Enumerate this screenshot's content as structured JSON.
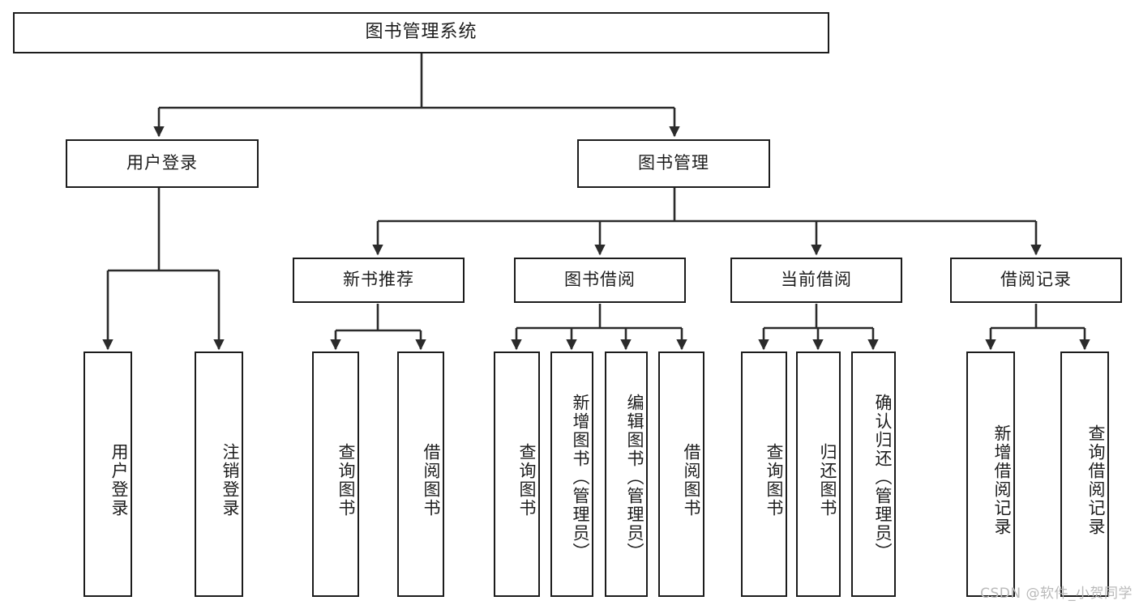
{
  "diagram": {
    "title": "图书管理系统",
    "type": "tree-hierarchy-chart",
    "watermark": "CSDN @软件_小贺同学",
    "colors": {
      "border": "#1c1c1c",
      "fill": "#ffffff",
      "text": "#1d1d1d",
      "edge": "#2b2b2b",
      "watermark": "#b9b9b9"
    },
    "levels": {
      "level0": [
        {
          "id": "root",
          "label": "图书管理系统",
          "orientation": "horizontal"
        }
      ],
      "level1": [
        {
          "id": "login",
          "label": "用户登录",
          "orientation": "horizontal"
        },
        {
          "id": "bookmgmt",
          "label": "图书管理",
          "orientation": "horizontal"
        }
      ],
      "level2": [
        {
          "id": "newbook",
          "label": "新书推荐",
          "orientation": "horizontal"
        },
        {
          "id": "borrow",
          "label": "图书借阅",
          "orientation": "horizontal"
        },
        {
          "id": "current",
          "label": "当前借阅",
          "orientation": "horizontal"
        },
        {
          "id": "records",
          "label": "借阅记录",
          "orientation": "horizontal"
        }
      ],
      "level3": [
        {
          "id": "leaf1",
          "label": "用户登录",
          "parent": "login",
          "orientation": "vertical"
        },
        {
          "id": "leaf2",
          "label": "注销登录",
          "parent": "login",
          "orientation": "vertical"
        },
        {
          "id": "leaf3",
          "label": "查询图书",
          "parent": "newbook",
          "orientation": "vertical"
        },
        {
          "id": "leaf4",
          "label": "借阅图书",
          "parent": "newbook",
          "orientation": "vertical"
        },
        {
          "id": "leaf5",
          "label": "查询图书",
          "parent": "borrow",
          "orientation": "vertical"
        },
        {
          "id": "leaf6",
          "label": "新增图书（管理员）",
          "parent": "borrow",
          "orientation": "vertical"
        },
        {
          "id": "leaf7",
          "label": "编辑图书（管理员）",
          "parent": "borrow",
          "orientation": "vertical"
        },
        {
          "id": "leaf8",
          "label": "借阅图书",
          "parent": "borrow",
          "orientation": "vertical"
        },
        {
          "id": "leaf9",
          "label": "查询图书",
          "parent": "current",
          "orientation": "vertical"
        },
        {
          "id": "leaf10",
          "label": "归还图书",
          "parent": "current",
          "orientation": "vertical"
        },
        {
          "id": "leaf11",
          "label": "确认归还（管理员）",
          "parent": "current",
          "orientation": "vertical"
        },
        {
          "id": "leaf12",
          "label": "新增借阅记录",
          "parent": "records",
          "orientation": "vertical"
        },
        {
          "id": "leaf13",
          "label": "查询借阅记录",
          "parent": "records",
          "orientation": "vertical"
        }
      ]
    }
  }
}
